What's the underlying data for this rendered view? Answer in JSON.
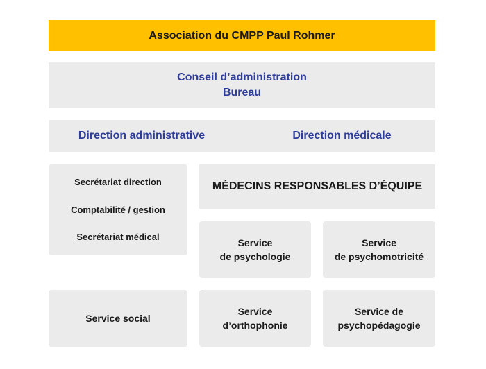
{
  "organization": {
    "title": "Association du CMPP Paul Rohmer"
  },
  "board": {
    "line1": "Conseil d’administration",
    "line2": "Bureau"
  },
  "directions": {
    "administrative": "Direction administrative",
    "medical": "Direction médicale"
  },
  "admin_services": {
    "items": [
      "Secrétariat direction",
      "Comptabilité / gestion",
      "Secrétariat médical"
    ]
  },
  "medical": {
    "header": "MÉDECINS RESPONSABLES D’ÉQUIPE"
  },
  "services": {
    "psychologie": {
      "line1": "Service",
      "line2": "de psychologie"
    },
    "psychomotricite": {
      "line1": "Service",
      "line2": "de psychomotricité"
    },
    "social": {
      "line1": "Service social"
    },
    "orthophonie": {
      "line1": "Service",
      "line2": "d’orthophonie"
    },
    "psychopedagogie": {
      "line1": "Service de",
      "line2": "psychopédagogie"
    }
  },
  "colors": {
    "title_background": "#ffc000",
    "box_background": "#ebebeb",
    "accent_text": "#2e3d9a",
    "text": "#1a1a1a"
  }
}
